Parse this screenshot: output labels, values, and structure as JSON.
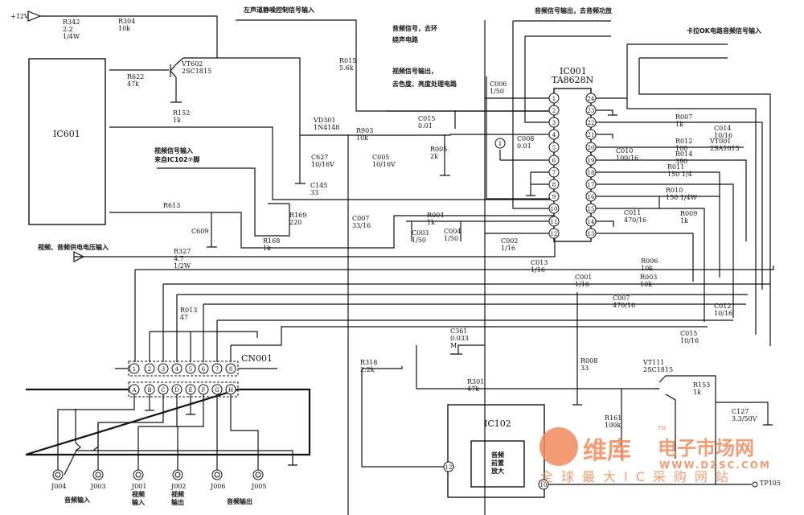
{
  "power": {
    "v12": "+12V",
    "supply_input": "视频、音频供电电压输入"
  },
  "ic601": {
    "name": "IC601"
  },
  "ic001": {
    "name": "IC001",
    "part": "TA8628N",
    "left_pins": [
      "1",
      "2",
      "3",
      "4",
      "5",
      "6",
      "7",
      "8",
      "9",
      "10",
      "11",
      "12"
    ],
    "right_pins": [
      "24",
      "23",
      "22",
      "21",
      "20",
      "19",
      "18",
      "17",
      "16",
      "15",
      "14",
      "13"
    ]
  },
  "ic102": {
    "name": "IC102",
    "block": [
      "音频",
      "前置",
      "放大"
    ],
    "pin12": "12",
    "pin10": "10"
  },
  "signals": {
    "left_mute": "左声道静噪控制信号输入",
    "audio_surround_1": "音频信号，去环",
    "audio_surround_2": "绕声电路",
    "video_out_1": "视频信号输出，",
    "video_out_2": "去色度、亮度处理电路",
    "audio_out": "音频信号输出，去音频功放",
    "karaoke_in": "卡拉OK电路音频信号输入",
    "video_in_1": "视频信号输入",
    "video_in_2": "来自IC102⑦脚",
    "marker1": "1"
  },
  "components": {
    "r342": [
      "R342",
      "2.2",
      "1/4W"
    ],
    "r304": [
      "R304",
      "10k"
    ],
    "vt602": [
      "VT602",
      "2SC1815"
    ],
    "r622": [
      "R622",
      "47k"
    ],
    "r152": [
      "R152",
      "1k"
    ],
    "r015": [
      "R015",
      "5.6k"
    ],
    "vd301": [
      "VD301",
      "1N4148"
    ],
    "r903": [
      "R903",
      "10k"
    ],
    "c627": [
      "C627",
      "10/16V"
    ],
    "c005": [
      "C005",
      "10/16V"
    ],
    "c145": [
      "C145",
      "33"
    ],
    "r613": [
      "R613"
    ],
    "c609": [
      "C609"
    ],
    "r169": [
      "R169",
      "220"
    ],
    "r168": [
      "R168",
      "1k"
    ],
    "c007a": [
      "C007",
      "33/16"
    ],
    "r327": [
      "R327",
      "4.7",
      "1/2W"
    ],
    "c006": [
      "C006",
      "1/50"
    ],
    "c015a": [
      "C015",
      "0.01"
    ],
    "c008": [
      "C008",
      "0.01"
    ],
    "r005": [
      "R005",
      "2k"
    ],
    "r004": [
      "R004",
      "1k"
    ],
    "c003": [
      "C003",
      "1/50"
    ],
    "c004": [
      "C004",
      "1/50"
    ],
    "c002": [
      "C002",
      "1/16"
    ],
    "r007": [
      "R007",
      "1k"
    ],
    "c014": [
      "C014",
      "10/16"
    ],
    "r012": [
      "R012",
      "100"
    ],
    "vt001": [
      "VT001",
      "2SA1015"
    ],
    "c010": [
      "C010",
      "100/16"
    ],
    "r014": [
      "R014",
      "390"
    ],
    "r011": [
      "R011",
      "150 1/4"
    ],
    "r010": [
      "R010",
      "150 1/4W"
    ],
    "c011": [
      "C011",
      "470/16"
    ],
    "r009": [
      "R009",
      "1k"
    ],
    "c013": [
      "C013",
      "1/16"
    ],
    "r006": [
      "R006",
      "10k"
    ],
    "c001": [
      "C001",
      "1/16"
    ],
    "r003": [
      "R003",
      "10k"
    ],
    "c007b": [
      "C007",
      "470/16"
    ],
    "c012": [
      "C012",
      "10/16"
    ],
    "c015b": [
      "C015",
      "10/16"
    ],
    "c361": [
      "C361",
      "0.033",
      "M"
    ],
    "r318": [
      "R318",
      "2.2k"
    ],
    "r301": [
      "R301",
      "47k"
    ],
    "r008": [
      "R008",
      "33"
    ],
    "vt111": [
      "VT111",
      "2SC1815"
    ],
    "r153": [
      "R153",
      "1k"
    ],
    "r161": [
      "R161",
      "100k"
    ],
    "c127": [
      "C127",
      "3.3/50V"
    ],
    "r013": [
      "R013",
      "47"
    ],
    "tp105": [
      "TP105"
    ]
  },
  "connector": {
    "name": "CN001",
    "pins": [
      "1",
      "2",
      "3",
      "4",
      "5",
      "6",
      "7",
      "8"
    ],
    "letters": [
      "A",
      "B",
      "C",
      "D",
      "E",
      "F",
      "G",
      "H"
    ]
  },
  "jacks": {
    "j004": "J004",
    "j003": "J003",
    "j001": "J001",
    "j002": "J002",
    "j006": "J006",
    "j005": "J005",
    "audio_in": "音频输入",
    "video_in": [
      "视频",
      "输入"
    ],
    "video_out": [
      "视频",
      "输出"
    ],
    "audio_out": "音频输出"
  },
  "watermark": {
    "brand": "维库电子市场网",
    "url": "WWW.DZSC.COM",
    "slogan": "全球最大IC采购网站",
    "tm": "TM",
    "color": "#f08a5d"
  }
}
